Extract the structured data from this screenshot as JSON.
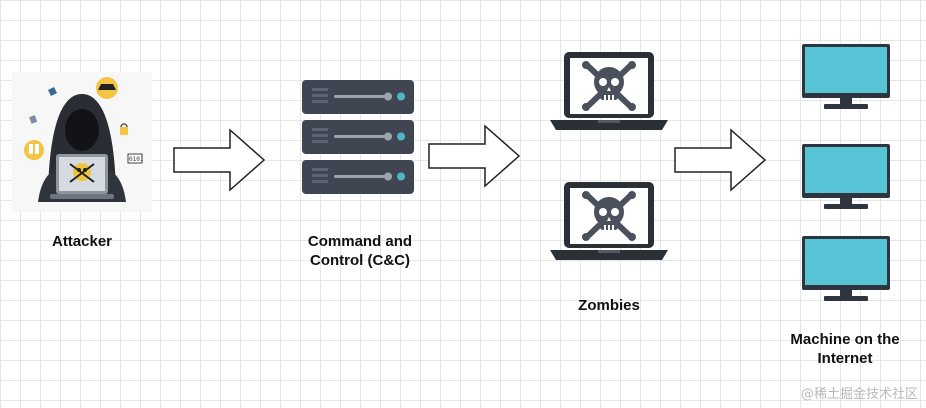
{
  "nodes": {
    "attacker": {
      "label_lines": [
        "Attacker"
      ]
    },
    "cnc": {
      "label_lines": [
        "Command and",
        "Control (C&C)"
      ]
    },
    "zombies": {
      "label_lines": [
        "Zombies"
      ]
    },
    "machines": {
      "label_lines": [
        "Machine on the",
        "Internet"
      ]
    }
  },
  "watermark": "@稀土掘金技术社区",
  "colors": {
    "server_body": "#3f4652",
    "server_light": "#4fb7c3",
    "laptop_frame": "#2b2f36",
    "laptop_screen": "#ffffff",
    "skull": "#4a515c",
    "monitor_screen": "#56c4d4",
    "monitor_frame": "#2f353e",
    "arrow_fill": "#ffffff",
    "arrow_stroke": "#222222"
  },
  "icons": [
    "hooded-attacker-icon",
    "server-rack-icon",
    "laptop-skull-icon",
    "monitor-icon",
    "arrow-right-icon"
  ]
}
